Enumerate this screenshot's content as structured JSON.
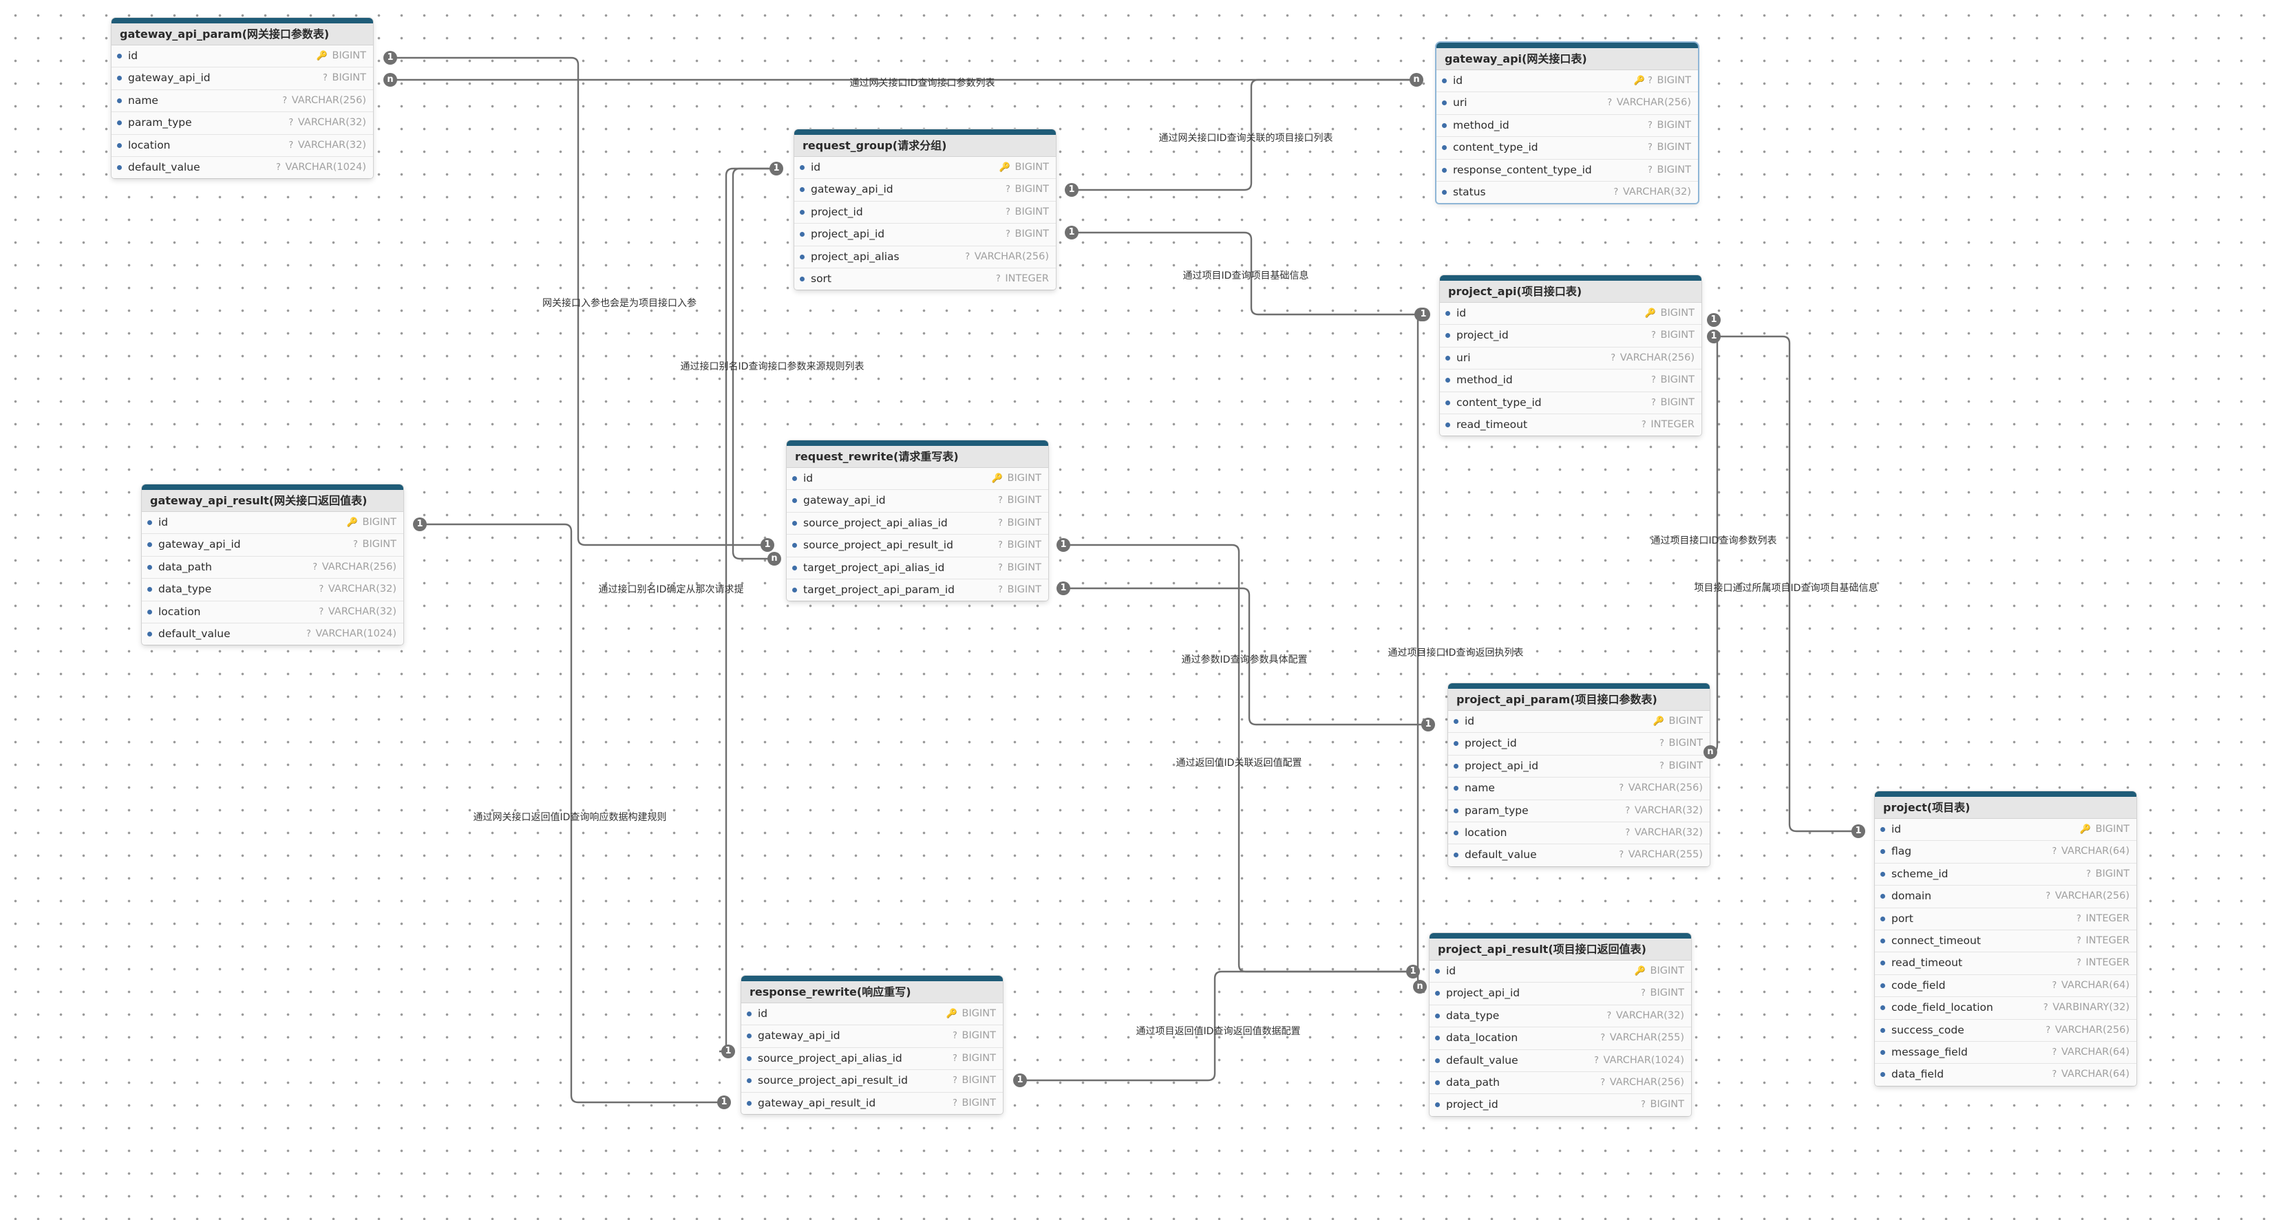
{
  "tables": [
    {
      "id": "gap",
      "title": "gateway_api_param(网关接口参数表)",
      "fields": [
        {
          "name": "id",
          "type": "BIGINT",
          "key": "pk"
        },
        {
          "name": "gateway_api_id",
          "type": "BIGINT",
          "key": "?"
        },
        {
          "name": "name",
          "type": "VARCHAR(256)",
          "key": "?"
        },
        {
          "name": "param_type",
          "type": "VARCHAR(32)",
          "key": "?"
        },
        {
          "name": "location",
          "type": "VARCHAR(32)",
          "key": "?"
        },
        {
          "name": "default_value",
          "type": "VARCHAR(1024)",
          "key": "?"
        }
      ]
    },
    {
      "id": "ga",
      "title": "gateway_api(网关接口表)",
      "selected": true,
      "fields": [
        {
          "name": "id",
          "type": "BIGINT",
          "key": "pk?"
        },
        {
          "name": "uri",
          "type": "VARCHAR(256)",
          "key": "?"
        },
        {
          "name": "method_id",
          "type": "BIGINT",
          "key": "?"
        },
        {
          "name": "content_type_id",
          "type": "BIGINT",
          "key": "?"
        },
        {
          "name": "response_content_type_id",
          "type": "BIGINT",
          "key": "?"
        },
        {
          "name": "status",
          "type": "VARCHAR(32)",
          "key": "?"
        }
      ]
    },
    {
      "id": "rg",
      "title": "request_group(请求分组)",
      "fields": [
        {
          "name": "id",
          "type": "BIGINT",
          "key": "pk"
        },
        {
          "name": "gateway_api_id",
          "type": "BIGINT",
          "key": "?"
        },
        {
          "name": "project_id",
          "type": "BIGINT",
          "key": "?"
        },
        {
          "name": "project_api_id",
          "type": "BIGINT",
          "key": "?"
        },
        {
          "name": "project_api_alias",
          "type": "VARCHAR(256)",
          "key": "?"
        },
        {
          "name": "sort",
          "type": "INTEGER",
          "key": "?"
        }
      ]
    },
    {
      "id": "pa",
      "title": "project_api(项目接口表)",
      "fields": [
        {
          "name": "id",
          "type": "BIGINT",
          "key": "pk"
        },
        {
          "name": "project_id",
          "type": "BIGINT",
          "key": "?"
        },
        {
          "name": "uri",
          "type": "VARCHAR(256)",
          "key": "?"
        },
        {
          "name": "method_id",
          "type": "BIGINT",
          "key": "?"
        },
        {
          "name": "content_type_id",
          "type": "BIGINT",
          "key": "?"
        },
        {
          "name": "read_timeout",
          "type": "INTEGER",
          "key": "?"
        }
      ]
    },
    {
      "id": "rr",
      "title": "request_rewrite(请求重写表)",
      "fields": [
        {
          "name": "id",
          "type": "BIGINT",
          "key": "pk"
        },
        {
          "name": "gateway_api_id",
          "type": "BIGINT",
          "key": "?"
        },
        {
          "name": "source_project_api_alias_id",
          "type": "BIGINT",
          "key": "?"
        },
        {
          "name": "source_project_api_result_id",
          "type": "BIGINT",
          "key": "?"
        },
        {
          "name": "target_project_api_alias_id",
          "type": "BIGINT",
          "key": "?"
        },
        {
          "name": "target_project_api_param_id",
          "type": "BIGINT",
          "key": "?"
        }
      ]
    },
    {
      "id": "gar",
      "title": "gateway_api_result(网关接口返回值表)",
      "fields": [
        {
          "name": "id",
          "type": "BIGINT",
          "key": "pk"
        },
        {
          "name": "gateway_api_id",
          "type": "BIGINT",
          "key": "?"
        },
        {
          "name": "data_path",
          "type": "VARCHAR(256)",
          "key": "?"
        },
        {
          "name": "data_type",
          "type": "VARCHAR(32)",
          "key": "?"
        },
        {
          "name": "location",
          "type": "VARCHAR(32)",
          "key": "?"
        },
        {
          "name": "default_value",
          "type": "VARCHAR(1024)",
          "key": "?"
        }
      ]
    },
    {
      "id": "pap",
      "title": "project_api_param(项目接口参数表)",
      "fields": [
        {
          "name": "id",
          "type": "BIGINT",
          "key": "pk"
        },
        {
          "name": "project_id",
          "type": "BIGINT",
          "key": "?"
        },
        {
          "name": "project_api_id",
          "type": "BIGINT",
          "key": "?"
        },
        {
          "name": "name",
          "type": "VARCHAR(256)",
          "key": "?"
        },
        {
          "name": "param_type",
          "type": "VARCHAR(32)",
          "key": "?"
        },
        {
          "name": "location",
          "type": "VARCHAR(32)",
          "key": "?"
        },
        {
          "name": "default_value",
          "type": "VARCHAR(255)",
          "key": "?"
        }
      ]
    },
    {
      "id": "pr",
      "title": "project(项目表)",
      "fields": [
        {
          "name": "id",
          "type": "BIGINT",
          "key": "pk"
        },
        {
          "name": "flag",
          "type": "VARCHAR(64)",
          "key": "?"
        },
        {
          "name": "scheme_id",
          "type": "BIGINT",
          "key": "?"
        },
        {
          "name": "domain",
          "type": "VARCHAR(256)",
          "key": "?"
        },
        {
          "name": "port",
          "type": "INTEGER",
          "key": "?"
        },
        {
          "name": "connect_timeout",
          "type": "INTEGER",
          "key": "?"
        },
        {
          "name": "read_timeout",
          "type": "INTEGER",
          "key": "?"
        },
        {
          "name": "code_field",
          "type": "VARCHAR(64)",
          "key": "?"
        },
        {
          "name": "code_field_location",
          "type": "VARBINARY(32)",
          "key": "?"
        },
        {
          "name": "success_code",
          "type": "VARCHAR(256)",
          "key": "?"
        },
        {
          "name": "message_field",
          "type": "VARCHAR(64)",
          "key": "?"
        },
        {
          "name": "data_field",
          "type": "VARCHAR(64)",
          "key": "?"
        }
      ]
    },
    {
      "id": "par",
      "title": "project_api_result(项目接口返回值表)",
      "fields": [
        {
          "name": "id",
          "type": "BIGINT",
          "key": "pk"
        },
        {
          "name": "project_api_id",
          "type": "BIGINT",
          "key": "?"
        },
        {
          "name": "data_type",
          "type": "VARCHAR(32)",
          "key": "?"
        },
        {
          "name": "data_location",
          "type": "VARCHAR(255)",
          "key": "?"
        },
        {
          "name": "default_value",
          "type": "VARCHAR(1024)",
          "key": "?"
        },
        {
          "name": "data_path",
          "type": "VARCHAR(256)",
          "key": "?"
        },
        {
          "name": "project_id",
          "type": "BIGINT",
          "key": "?"
        }
      ]
    },
    {
      "id": "resp",
      "title": "response_rewrite(响应重写)",
      "fields": [
        {
          "name": "id",
          "type": "BIGINT",
          "key": "pk"
        },
        {
          "name": "gateway_api_id",
          "type": "BIGINT",
          "key": "?"
        },
        {
          "name": "source_project_api_alias_id",
          "type": "BIGINT",
          "key": "?"
        },
        {
          "name": "source_project_api_result_id",
          "type": "BIGINT",
          "key": "?"
        },
        {
          "name": "gateway_api_result_id",
          "type": "BIGINT",
          "key": "?"
        }
      ]
    }
  ],
  "relations": [
    {
      "label": "通过网关接口ID查询接口参数列表",
      "from_card": "1",
      "to_card": "n"
    },
    {
      "label": "通过网关接口ID查询关联的项目接口列表",
      "from_card": "1",
      "to_card": "n"
    },
    {
      "label": "通过项目ID查询项目基础信息",
      "from_card": "1",
      "to_card": "1"
    },
    {
      "label": "网关接口入参也会是为项目接口入参",
      "from_card": "1",
      "to_card": "1"
    },
    {
      "label": "通过接口别名ID查询接口参数来源规则列表",
      "from_card": "1",
      "to_card": "n"
    },
    {
      "label": "通过接口别名ID确定从那次请求提",
      "from_card": "1",
      "to_card": "1"
    },
    {
      "label": "通过参数ID查询参数具体配置",
      "from_card": "1",
      "to_card": "1"
    },
    {
      "label": "通过项目接口ID查询参数列表",
      "from_card": "1",
      "to_card": "n"
    },
    {
      "label": "项目接口通过所属项目ID查询项目基础信息",
      "from_card": "1",
      "to_card": "1"
    },
    {
      "label": "通过项目接口ID查询返回执列表",
      "from_card": "1",
      "to_card": "n"
    },
    {
      "label": "通过返回值ID关联返回值配置",
      "from_card": "1",
      "to_card": "1"
    },
    {
      "label": "通过网关接口返回值ID查询响应数据构建规则",
      "from_card": "1",
      "to_card": "1"
    },
    {
      "label": "通过项目返回值ID查询返回值数据配置",
      "from_card": "1",
      "to_card": "1"
    }
  ]
}
